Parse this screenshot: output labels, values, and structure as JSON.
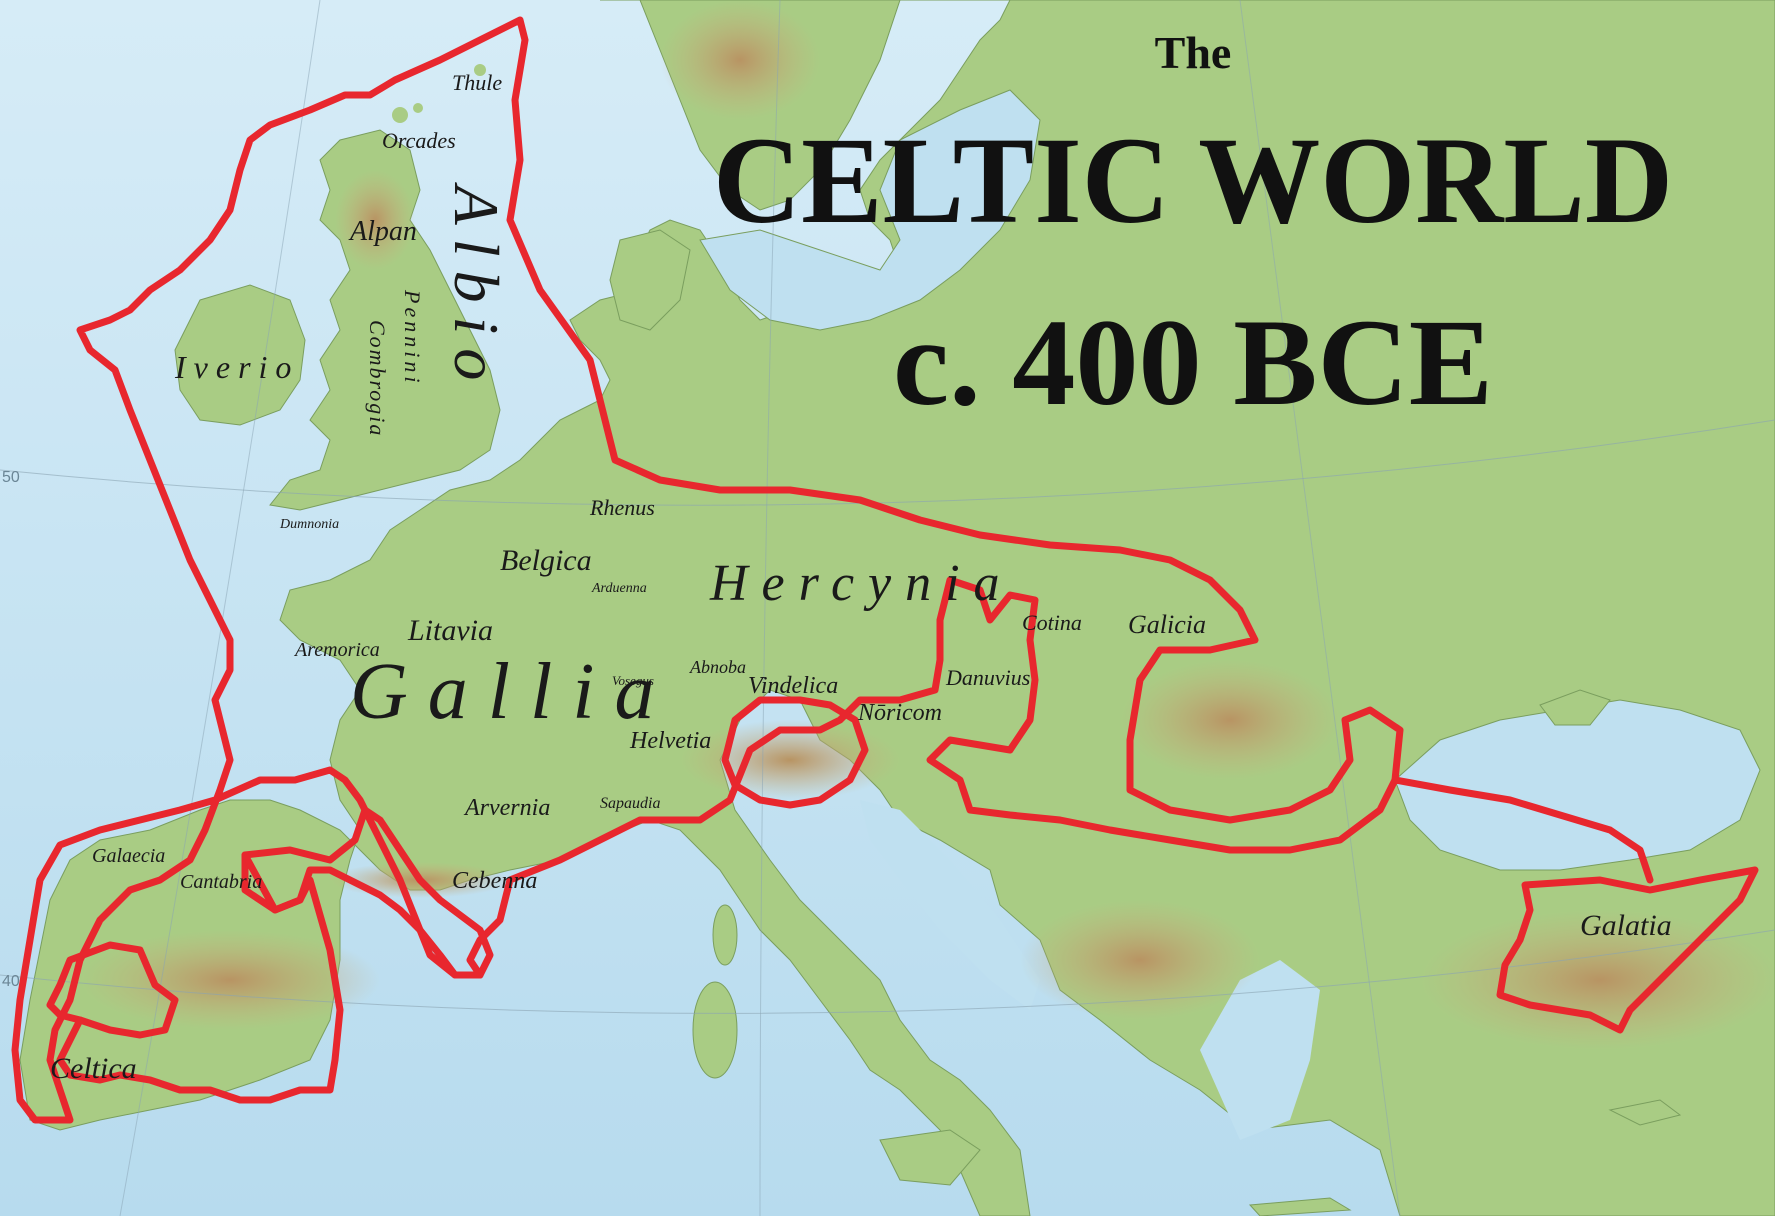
{
  "title": {
    "line1": "The",
    "line2": "CELTIC WORLD",
    "line3": "c. 400 BCE"
  },
  "colors": {
    "sea": "#bfe0f0",
    "land": "#a9cc84",
    "land_dark": "#8fb86a",
    "mountains": "#c9a872",
    "border": "#e8272e",
    "label": "#1a1a1a"
  },
  "regions": {
    "albio": "Albio",
    "iverio": "Iverio",
    "gallia": "Gallia",
    "hercynia": "Hercynia",
    "celtica": "Celtica",
    "galatia": "Galatia"
  },
  "places": {
    "thule": "Thule",
    "orcades": "Orcades",
    "alpan": "Alpan",
    "pennini": "Pennini",
    "combrogia": "Combrogia",
    "dumnonia": "Dumnonia",
    "rhenus": "Rhenus",
    "belgica": "Belgica",
    "arduenna": "Arduenna",
    "litavia": "Litavia",
    "aremorica": "Aremorica",
    "vosegus": "Vosegus",
    "abnoba": "Abnoba",
    "vindelica": "Vindelica",
    "noricom": "Nōricom",
    "danuvius": "Danuvius",
    "cotina": "Cotina",
    "galicia": "Galicia",
    "helvetia": "Helvetia",
    "sapaudia": "Sapaudia",
    "arvernia": "Arvernia",
    "cebenna": "Cebenna",
    "galaecia": "Galaecia",
    "cantabria": "Cantabria"
  },
  "grid": {
    "lat_50": "50",
    "lat_40": "40"
  }
}
